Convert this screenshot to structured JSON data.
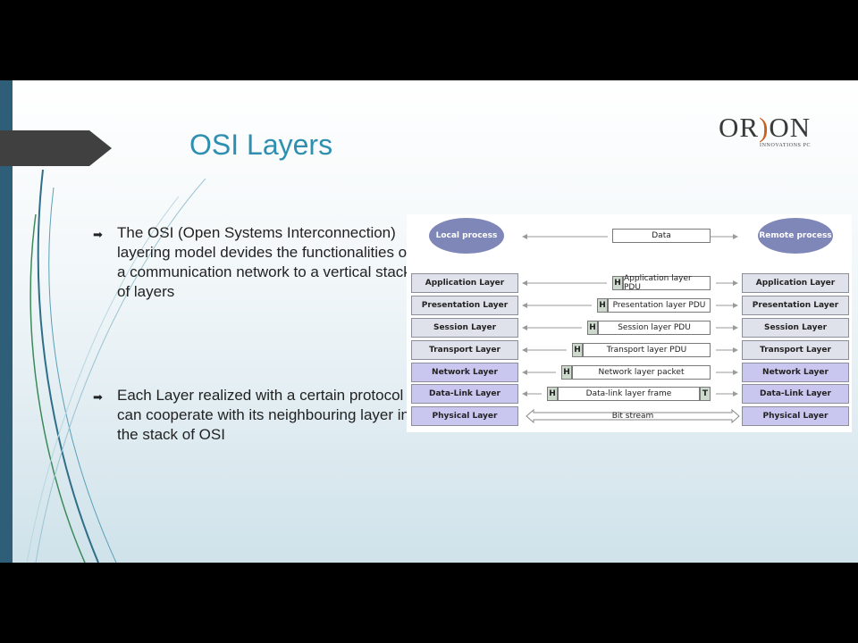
{
  "slide": {
    "title": "OSI Layers",
    "logo": {
      "text_left": "OR",
      "text_mid": ")",
      "text_right": "ON",
      "subtitle": "INNOVATIONS PC"
    },
    "bullets": [
      {
        "mark": "➡",
        "text": "The OSI (Open Systems Interconnection) layering model devides the functionalities of a communication network to a vertical stack of layers"
      },
      {
        "mark": "➡",
        "text": "Each Layer realized with a certain protocol can cooperate with its neighbouring layer in the stack of OSI"
      }
    ]
  },
  "diagram": {
    "local": "Local process",
    "remote": "Remote process",
    "data": "Data",
    "layers": [
      "Application Layer",
      "Presentation Layer",
      "Session Layer",
      "Transport Layer",
      "Network Layer",
      "Data-Link Layer",
      "Physical Layer"
    ],
    "pdus": [
      "Application layer PDU",
      "Presentation layer PDU",
      "Session layer PDU",
      "Transport layer PDU",
      "Network layer packet",
      "Data-link layer frame",
      "Bit stream"
    ],
    "header": "H",
    "trailer": "T",
    "colors": {
      "upper_layer": "#dfe2ea",
      "lower_layer": "#c9c6ef",
      "process": "#7f87b8",
      "header": "#cdd9cd"
    }
  }
}
